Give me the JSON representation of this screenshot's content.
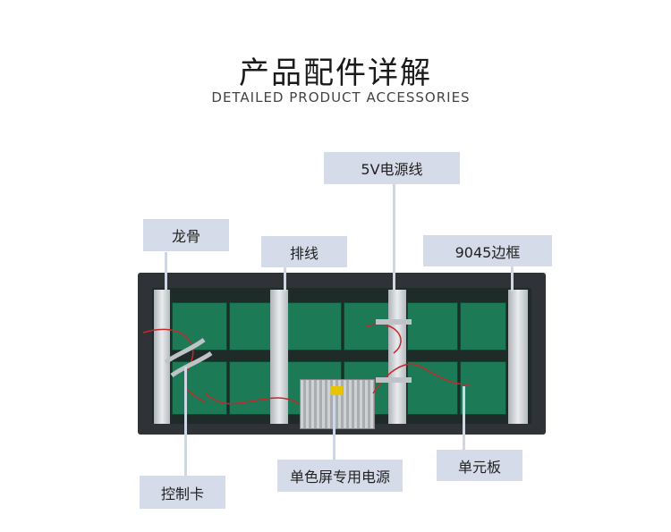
{
  "header": {
    "title": "产品配件详解",
    "subtitle": "DETAILED PRODUCT ACCESSORIES"
  },
  "labels": {
    "keel": "龙骨",
    "ribbon_cable": "排线",
    "power_cable_5v": "5V电源线",
    "frame_9045": "9045边框",
    "control_card": "控制卡",
    "mono_power_supply": "单色屏专用电源",
    "unit_board": "单元板"
  },
  "colors": {
    "label_bg": "#d5dbe8",
    "cabinet": "#2f3236",
    "module_green": "#1d7a57"
  }
}
